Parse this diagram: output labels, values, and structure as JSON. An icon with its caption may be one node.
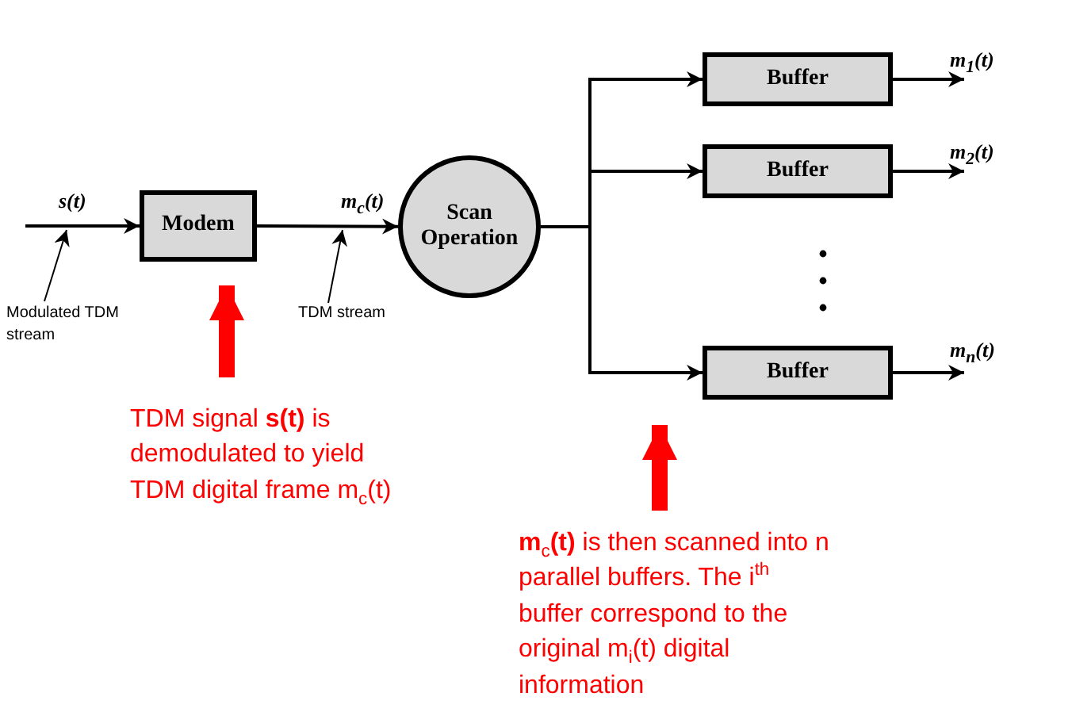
{
  "diagram": {
    "nodes": [
      {
        "text": [
          "Modem"
        ]
      },
      {
        "text": [
          "Scan Operation"
        ]
      },
      {
        "text": [
          "Buffer"
        ]
      },
      {
        "text": [
          "Buffer"
        ]
      },
      {
        "text": [
          "Buffer"
        ]
      },
      {
        "text": [
          "Modulated  TDM stream"
        ]
      },
      {
        "text": [
          "TDM stream"
        ]
      },
      {
        "text": [
          "TDM signal **s(t)** is demodulated to yield TDM digital frame m$_{c}$(t)"
        ]
      },
      {
        "text": [
          "**m**$_{c}$**(t)** is then scanned into n parallel buffers. The i$^{th}$ buffer correspond to the original m$_{i}$(t) digital information"
        ]
      }
    ],
    "edges": [
      {
        "from": null,
        "to": 0,
        "arrow": "to",
        "label": "s(t)"
      },
      {
        "from": 0,
        "to": 1,
        "arrow": "to",
        "label": "m$_{c}$(t)"
      },
      {
        "from": 1,
        "to": 2,
        "arrow": "to"
      },
      {
        "from": 1,
        "to": 3,
        "arrow": "to"
      },
      {
        "from": 1,
        "to": 4,
        "arrow": "to"
      },
      {
        "from": 2,
        "to": null,
        "arrow": "to",
        "label": "m$_{1}$(t)"
      },
      {
        "from": 3,
        "to": null,
        "arrow": "to",
        "label": "m$_{2}$(t)"
      },
      {
        "from": 4,
        "to": null,
        "arrow": "to",
        "label": "m$_{n}$(t)"
      },
      {
        "from": 5,
        "to": null,
        "arrow": "to"
      },
      {
        "from": 6,
        "to": null,
        "arrow": "to"
      },
      {
        "from": 7,
        "to": 0,
        "arrow": "to",
        "style": "thick",
        "color": "#ff0000"
      },
      {
        "from": 8,
        "to": 4,
        "arrow": "to",
        "style": "thick",
        "color": "#ff0000"
      }
    ]
  }
}
